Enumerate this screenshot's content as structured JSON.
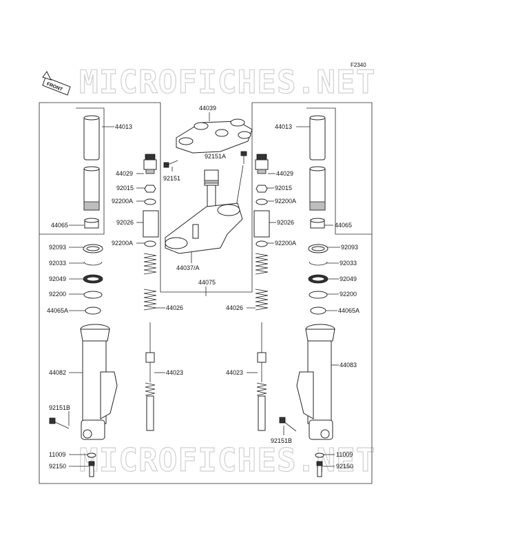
{
  "figure_code": "F2340",
  "front_badge": "FRONT",
  "watermarks": [
    "MICROFICHES.NET",
    "MICROFICHES.NET"
  ],
  "labels": {
    "l44013": "44013",
    "l44065": "44065",
    "l44029": "44029",
    "l92015": "92015",
    "l92200A": "92200A",
    "l92026": "92026",
    "l92200A2": "92200A",
    "l92093": "92093",
    "l92033": "92033",
    "l92049": "92049",
    "l92200": "92200",
    "l44065A": "44065A",
    "l44026": "44026",
    "l44082": "44082",
    "l44023": "44023",
    "l92151B": "92151B",
    "l11009": "11009",
    "l92150": "92150",
    "c44039": "44039",
    "c92151A": "92151A",
    "c92151": "92151",
    "c44037A": "44037/A",
    "c44075": "44075",
    "r44013": "44013",
    "r44065": "44065",
    "r44029": "44029",
    "r92015": "92015",
    "r92200A": "92200A",
    "r92026": "92026",
    "r92200A2": "92200A",
    "r92093": "92093",
    "r92033": "92033",
    "r92049": "92049",
    "r92200": "92200",
    "r44065A": "44065A",
    "r44026": "44026",
    "r44083": "44083",
    "r44023": "44023",
    "r92151B": "92151B",
    "r11009": "11009",
    "r92150": "92150"
  }
}
